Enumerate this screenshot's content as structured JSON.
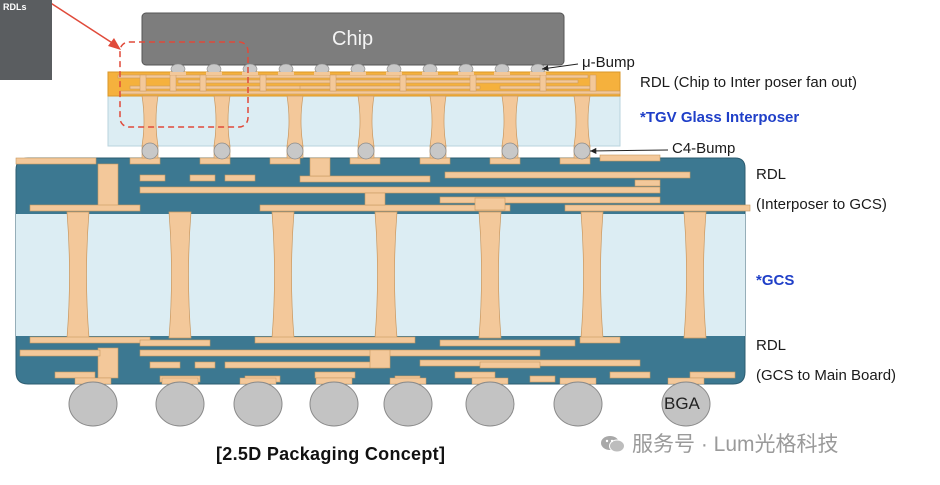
{
  "diagram": {
    "inset_label": "RDLs",
    "chip_label": "Chip",
    "labels": {
      "ubump": "μ-Bump",
      "rdl_top": "RDL (Chip to Inter poser fan out)",
      "tgv": "*TGV Glass Interposer",
      "c4": "C4-Bump",
      "rdl_mid_1": "RDL",
      "rdl_mid_2": "(Interposer to GCS)",
      "gcs": "*GCS",
      "rdl_bot_1": "RDL",
      "rdl_bot_2": "(GCS to Main Board)",
      "bga": "BGA"
    },
    "caption": "[2.5D Packaging Concept]",
    "watermark": "服务号 · Lum光格科技",
    "colors": {
      "substrate": "#3c7891",
      "copper": "#f3c89a",
      "glass": "#dcedf3",
      "rdl_gold": "#f5b13d",
      "chip": "#7d7d7d",
      "highlight": "#e04a3a",
      "accent_text": "#1f3fc8"
    }
  }
}
